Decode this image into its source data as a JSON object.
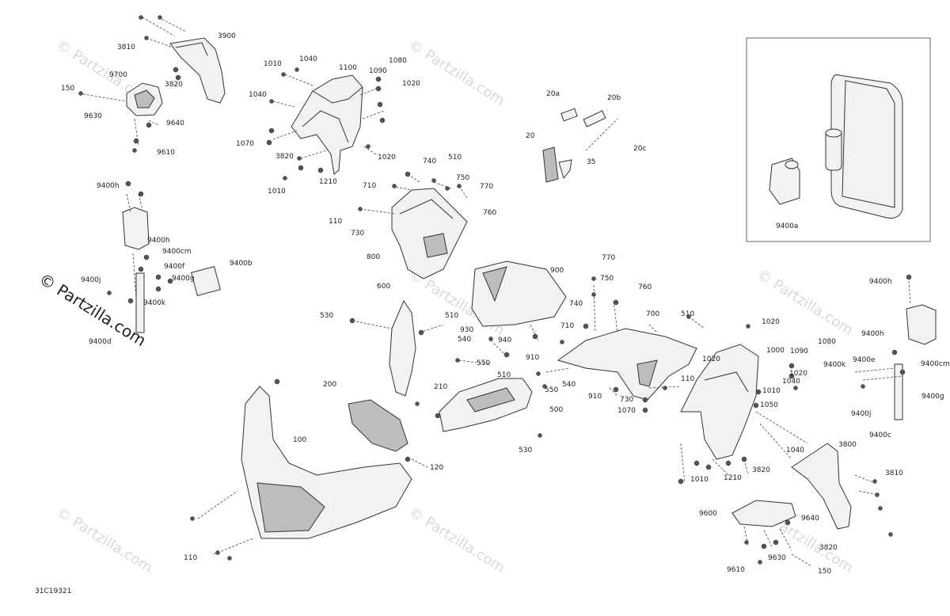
{
  "diagram_id": "31C19321",
  "copyright": "© Partzilla.com",
  "watermark": "© Partzilla.com",
  "labels": {
    "l3900": "3900",
    "l3810a": "3810",
    "l3820a": "3820",
    "l9700": "9700",
    "l150a": "150",
    "l9630a": "9630",
    "l9640a": "9640",
    "l9610a": "9610",
    "l1040a": "1040",
    "l1010a": "1010",
    "l1100": "1100",
    "l1080a": "1080",
    "l1090a": "1090",
    "l1020a": "1020",
    "l1040b": "1040",
    "l1070a": "1070",
    "l3820b": "3820",
    "l1020b": "1020",
    "l1010b": "1010",
    "l1210a": "1210",
    "l20a": "20a",
    "l20b": "20b",
    "l20": "20",
    "l20c": "20c",
    "l35": "35",
    "l740a": "740",
    "l510a": "510",
    "l710a": "710",
    "l750a": "750",
    "l770a": "770",
    "l760a": "760",
    "l110a": "110",
    "l730a": "730",
    "l800": "800",
    "l9400h_a": "9400h",
    "l9400h_b": "9400h",
    "l9400cm_a": "9400cm",
    "l9400f": "9400f",
    "l9400b": "9400b",
    "l9400j_a": "9400j",
    "l9400g_a": "9400g",
    "l9400k_a": "9400k",
    "l9400d": "9400d",
    "l600": "600",
    "l530a": "530",
    "l510b": "510",
    "l930": "930",
    "l540a": "540",
    "l550a": "550",
    "l940": "940",
    "l900": "900",
    "l770b": "770",
    "l750b": "750",
    "l760b": "760",
    "l740b": "740",
    "l700": "700",
    "l510c": "510",
    "l710b": "710",
    "l910a": "910",
    "l550b": "550",
    "l540b": "540",
    "l910b": "910",
    "l730b": "730",
    "l110b": "110",
    "l1070b": "1070",
    "l510d": "510",
    "l200": "200",
    "l210": "210",
    "l500": "500",
    "l530b": "530",
    "l100": "100",
    "l120": "120",
    "l110c": "110",
    "l9400a": "9400a",
    "l1020c": "1020",
    "l1000": "1000",
    "l1090b": "1090",
    "l1080b": "1080",
    "l1020d": "1020",
    "l1040c": "1040",
    "l1010c": "1010",
    "l1050": "1050",
    "l1020e": "1020",
    "l1040d": "1040",
    "l1010d": "1010",
    "l1210b": "1210",
    "l3820c": "3820",
    "l3800": "3800",
    "l3810b": "3810",
    "l9600": "9600",
    "l9640b": "9640",
    "l3820d": "3820",
    "l9630b": "9630",
    "l9610b": "9610",
    "l150b": "150",
    "l9400h_c": "9400h",
    "l9400h_d": "9400h",
    "l9400e": "9400e",
    "l9400cm_b": "9400cm",
    "l9400k_b": "9400k",
    "l9400g_b": "9400g",
    "l9400j_b": "9400j",
    "l9400c": "9400c"
  }
}
